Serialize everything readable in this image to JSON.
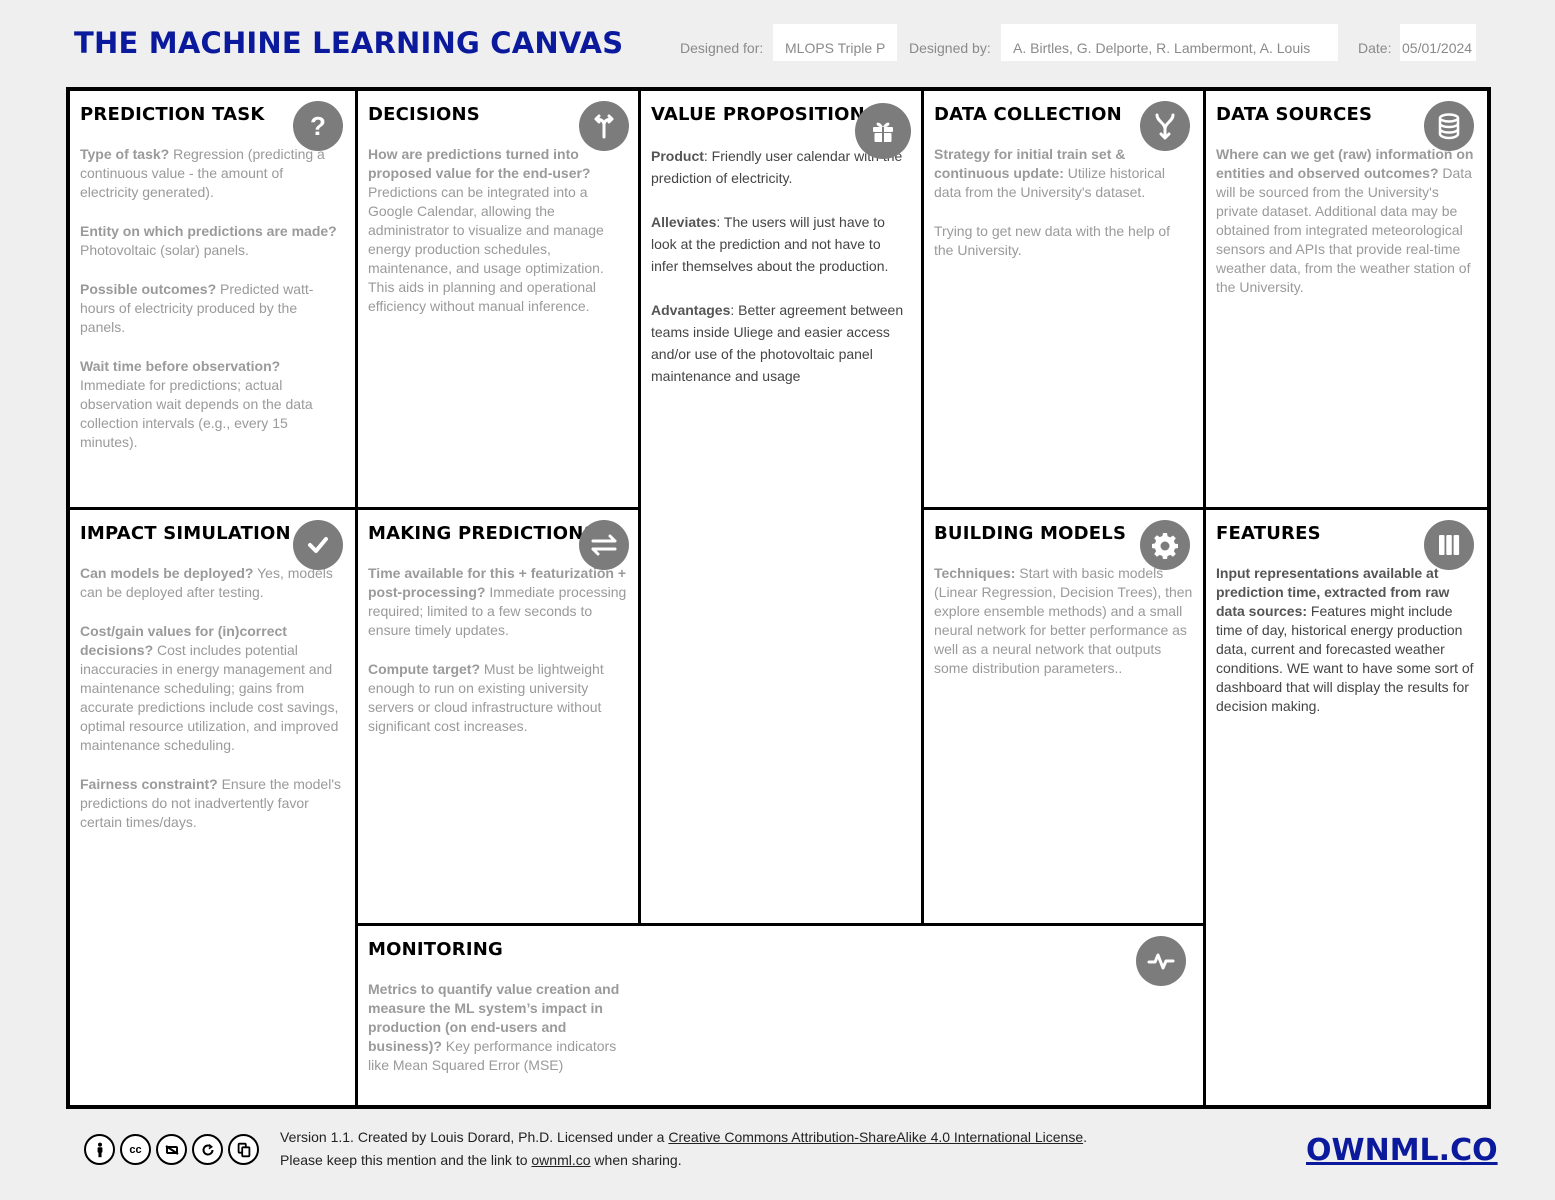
{
  "header": {
    "title": "THE MACHINE LEARNING CANVAS",
    "designed_for_label": "Designed for:",
    "designed_for": "MLOPS Triple P",
    "designed_by_label": "Designed by:",
    "designed_by": "A. Birtles, G. Delporte, R. Lambermont, A. Louis",
    "date_label": "Date:",
    "date": "05/01/2024"
  },
  "sections": {
    "prediction_task": {
      "title": "PREDICTION TASK",
      "icon": "question-icon",
      "items": [
        {
          "q": "Type of task?",
          "a": " Regression (predicting a continuous value - the amount of electricity generated)."
        },
        {
          "q": "Entity on which predictions are made?",
          "a": " Photovoltaic (solar) panels."
        },
        {
          "q": "Possible outcomes?",
          "a": " Predicted watt-hours of electricity produced by the panels."
        },
        {
          "q": "Wait time before observation?",
          "a": " Immediate for predictions; actual observation wait depends on the data collection intervals (e.g., every 15 minutes)."
        }
      ]
    },
    "decisions": {
      "title": "DECISIONS",
      "icon": "split-arrow-icon",
      "items": [
        {
          "q": "How are predictions turned into proposed value for the end-user?",
          "a": " Predictions can be integrated into a Google Calendar, allowing the administrator to visualize and manage energy production schedules, maintenance, and usage optimization. This aids in planning and operational efficiency without manual inference."
        }
      ]
    },
    "value_proposition": {
      "title": "VALUE PROPOSITION",
      "icon": "gift-icon",
      "items": [
        {
          "q": "Product",
          "a": ": Friendly user calendar with the prediction of electricity."
        },
        {
          "q": "Alleviates",
          "a": ": The users will just have to look at the prediction and not have to infer themselves about the production."
        },
        {
          "q": "Advantages",
          "a": ": Better agreement between teams inside Uliege and easier access and/or use of the photovoltaic panel maintenance and usage"
        }
      ]
    },
    "data_collection": {
      "title": "DATA COLLECTION",
      "icon": "merge-arrow-icon",
      "items": [
        {
          "q": "Strategy for initial train set & continuous update:",
          "a": " Utilize historical data from the University's dataset."
        },
        {
          "q": "",
          "a": "Trying to get new data with the help of the University."
        }
      ]
    },
    "data_sources": {
      "title": "DATA SOURCES",
      "icon": "database-icon",
      "items": [
        {
          "q": "Where can we get (raw) information on entities and observed outcomes?",
          "a": " Data will be sourced from the University's private dataset. Additional data may be obtained from integrated meteorological sensors and APIs that provide real-time weather data, from the weather station of the University."
        }
      ]
    },
    "impact_simulation": {
      "title": "IMPACT SIMULATION",
      "icon": "check-icon",
      "items": [
        {
          "q": "Can models be deployed?",
          "a": " Yes, models can be deployed after testing."
        },
        {
          "q": "Cost/gain values for (in)correct decisions?",
          "a": " Cost includes potential inaccuracies in energy management and maintenance scheduling; gains from accurate predictions include cost savings, optimal resource utilization, and improved maintenance scheduling."
        },
        {
          "q": "Fairness constraint?",
          "a": " Ensure the model's predictions do not inadvertently favor certain times/days."
        }
      ]
    },
    "making_predictions": {
      "title": "MAKING PREDICTIONS",
      "icon": "swap-arrows-icon",
      "items": [
        {
          "q": "Time available for this + featurization + post-processing?",
          "a": " Immediate processing required; limited to a few seconds to ensure timely updates."
        },
        {
          "q": "Compute target?",
          "a": " Must be lightweight enough to run on existing university servers or cloud infrastructure without significant cost increases."
        }
      ]
    },
    "building_models": {
      "title": "BUILDING MODELS",
      "icon": "gear-icon",
      "items": [
        {
          "q": "Techniques:",
          "a": " Start with basic models (Linear Regression, Decision Trees), then explore ensemble methods) and a small neural network for better performance as well as a neural network that outputs some distribution parameters.."
        }
      ]
    },
    "features": {
      "title": "FEATURES",
      "icon": "columns-icon",
      "items": [
        {
          "q": "Input representations available at prediction time, extracted from raw data sources:",
          "a": " Features might include time of day, historical energy production data, current and forecasted weather conditions. WE want to have some sort of dashboard that will display the results for decision making."
        }
      ]
    },
    "monitoring": {
      "title": "MONITORING",
      "icon": "heartbeat-icon",
      "items": [
        {
          "q": "Metrics to quantify value creation and measure the ML system’s impact in production (on end-users and business)?",
          "a": " Key performance indicators like Mean Squared Error (MSE)"
        }
      ]
    }
  },
  "footer": {
    "line1_pre": "Version 1.1. Created by Louis Dorard, Ph.D. Licensed under a ",
    "line1_link": "Creative Commons Attribution-ShareAlike 4.0 International License",
    "line1_post": ".",
    "line2_pre": "Please keep this mention and the link to ",
    "line2_link": "ownml.co",
    "line2_post": " when sharing.",
    "brand": "OWNML.CO",
    "cc_icons": [
      "attribution-icon",
      "cc-icon",
      "noncommercial-icon",
      "sharealike-icon",
      "copy-icon"
    ]
  }
}
